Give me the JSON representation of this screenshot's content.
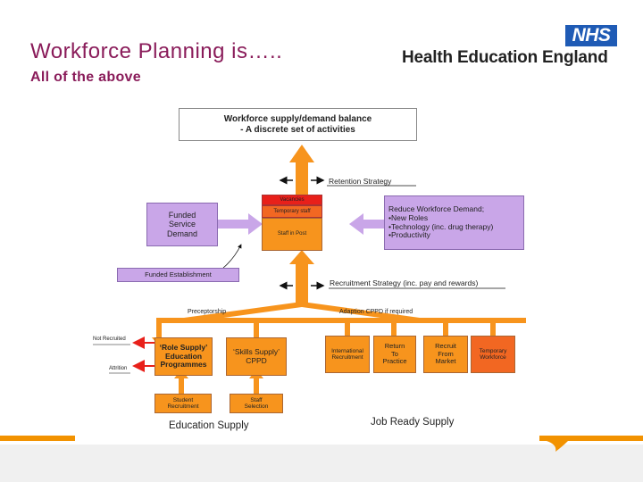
{
  "header": {
    "title": "Workforce Planning is…..",
    "subtitle": "All of the above",
    "logo_badge": "NHS",
    "org_name": "Health Education England"
  },
  "diagram": {
    "top_box": "Workforce supply/demand balance\n- A discrete set of activities",
    "retention": "Retention Strategy",
    "vacancies": "Vacancies",
    "temporary_staff": "Temporary staff",
    "staff_in_post": "Staff in Post",
    "funded_demand": "Funded\nService\nDemand",
    "reduce_demand": "Reduce Workforce Demand;\n•New Roles\n•Technology (inc. drug therapy)\n•Productivity",
    "funded_establishment": "Funded Establishment",
    "recruitment_strategy": "Recruitment Strategy (inc. pay and rewards)",
    "preceptorship": "Preceptorship",
    "adaption": "Adaption CPPD if required",
    "not_recruited": "Not Recruited",
    "attrition": "Attrition",
    "role_supply": "‘Role Supply’\nEducation\nProgrammes",
    "skills_supply": "‘Skills Supply’\nCPPD",
    "international": "International\nRecruitment",
    "return_to_practice": "Return\nTo\nPractice",
    "recruit_from_market": "Recruit\nFrom\nMarket",
    "temporary_workforce": "Temporary\nWorkforce",
    "student_recruitment": "Student\nRecruitment",
    "staff_selection": "Staff\nSelection",
    "education_supply": "Education Supply",
    "job_ready_supply": "Job Ready Supply"
  },
  "colors": {
    "title": "#8a1c5a",
    "orange": "#f7941d",
    "purple_box": "#c9a6e8",
    "vacancies_red": "#e8201a",
    "temp_orange": "#f26722",
    "nhs_blue": "#1f5bb5",
    "footer_orange": "#f29200"
  }
}
